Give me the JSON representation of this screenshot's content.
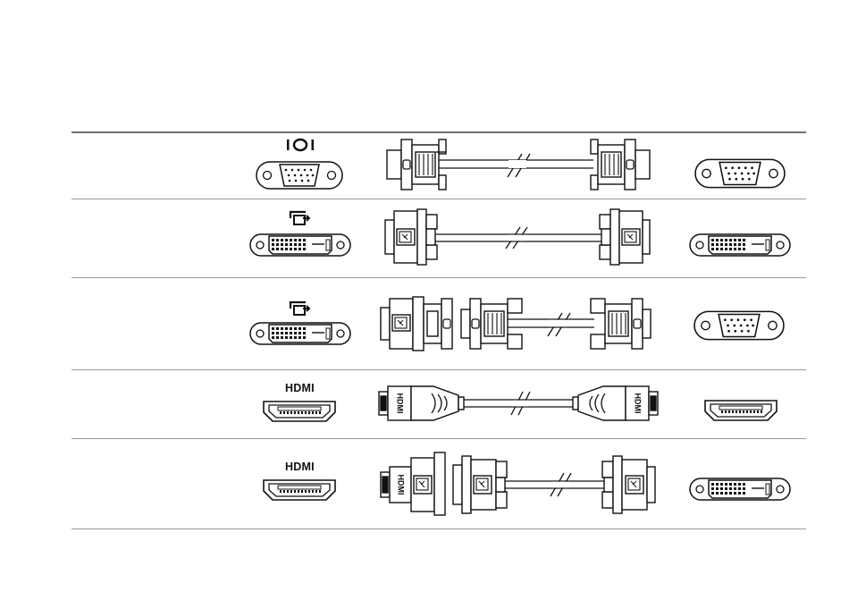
{
  "connection_table": {
    "rows": [
      {
        "id": "vga-to-vga",
        "port_icon": "vga-port-icon",
        "port_symbol": "vga-symbol",
        "cable": "vga-cable",
        "display_port": "vga-port"
      },
      {
        "id": "dvi-to-dvi",
        "port_icon": "dvi-port-icon",
        "port_symbol": "dvi-symbol",
        "cable": "dvi-cable",
        "display_port": "dvi-port"
      },
      {
        "id": "dvi-to-vga",
        "port_icon": "dvi-port-icon",
        "port_symbol": "dvi-symbol",
        "cable": "dvi-to-vga-adapter-plus-vga-cable",
        "display_port": "vga-port"
      },
      {
        "id": "hdmi-to-hdmi",
        "port_icon": "hdmi-port-icon",
        "port_label": "HDMI",
        "cable": "hdmi-cable",
        "display_port": "hdmi-port"
      },
      {
        "id": "hdmi-to-dvi",
        "port_icon": "hdmi-port-icon",
        "port_label": "HDMI",
        "cable": "hdmi-to-dvi-adapter-plus-dvi-cable",
        "display_port": "dvi-port"
      }
    ],
    "hdmi_plug_label": "HDMI"
  }
}
